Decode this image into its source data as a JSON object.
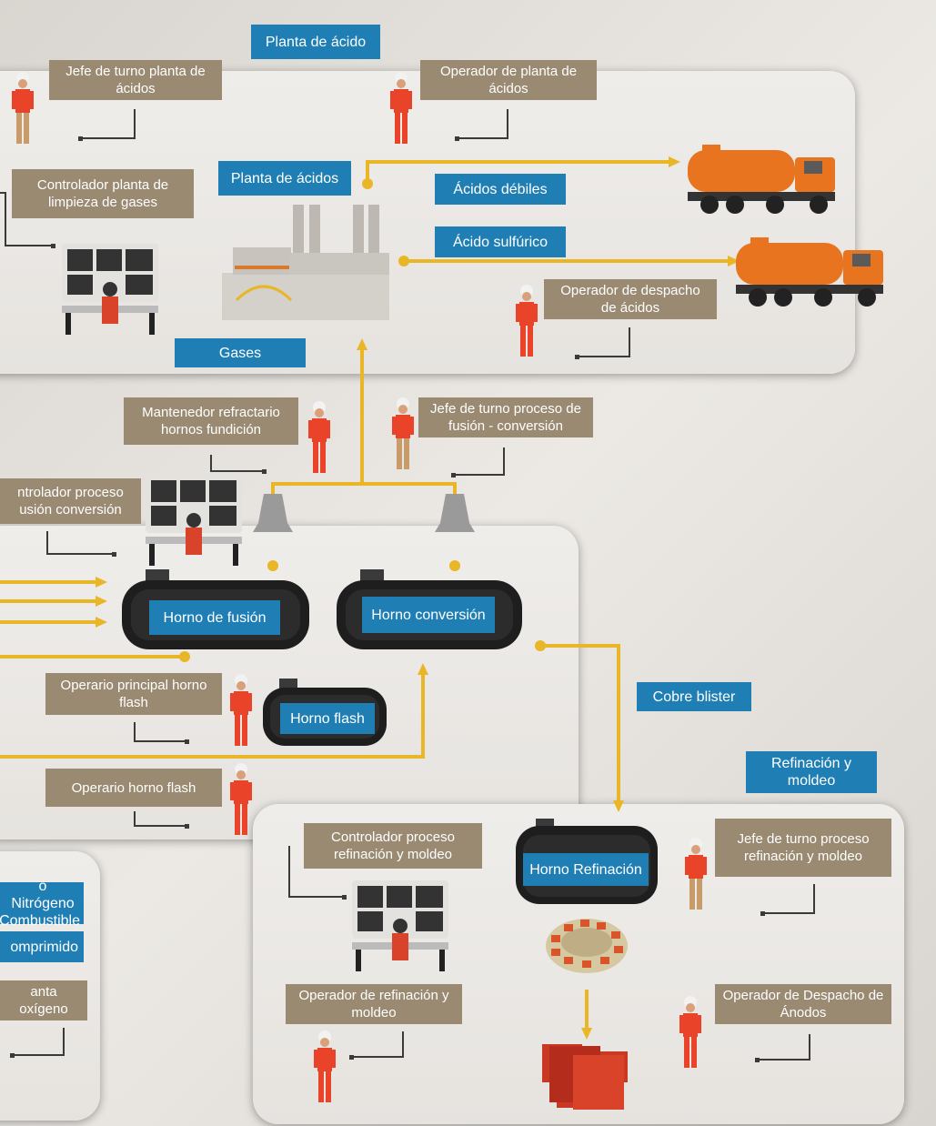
{
  "sections": {
    "acid_plant": "Planta de ácido",
    "refining": "Refinación y moldeo"
  },
  "labels": {
    "plantas_acidos": "Planta de ácidos",
    "acidos_debiles": "Ácidos débiles",
    "acido_sulfurico": "Ácido sulfúrico",
    "gases": "Gases",
    "horno_fusion": "Horno de fusión",
    "horno_conversion": "Horno conversión",
    "horno_flash": "Horno flash",
    "cobre_blister": "Cobre blister",
    "horno_refinacion": "Horno Refinación",
    "nitrogeno": "o  Nitrógeno",
    "combustible": "Combustible",
    "comprimido": "omprimido"
  },
  "roles": {
    "jefe_turno_acidos": "Jefe de turno planta de ácidos",
    "operador_planta_acidos": "Operador de planta de ácidos",
    "controlador_gases": "Controlador planta de limpieza de gases",
    "operador_despacho_acidos": "Operador de despacho de ácidos",
    "mantenedor_refractario": "Mantenedor refractario hornos fundición",
    "jefe_turno_fusion": "Jefe de turno proceso de fusión - conversión",
    "controlador_fusion": "ntrolador proceso usión conversión",
    "operario_principal_flash": "Operario principal horno flash",
    "operario_flash": "Operario horno flash",
    "controlador_refinacion": "Controlador proceso refinación y moldeo",
    "jefe_turno_refinacion": "Jefe de turno proceso refinación y moldeo",
    "operador_refinacion": "Operador de refinación y moldeo",
    "operador_despacho_anodos": "Operador de Despacho de Ánodos",
    "planta_oxigeno": "anta oxígeno"
  },
  "colors": {
    "blue_label": "#1f7fb4",
    "tan_label": "#9a8a72",
    "flow_line": "#e8b626",
    "truck": "#e9741f"
  }
}
